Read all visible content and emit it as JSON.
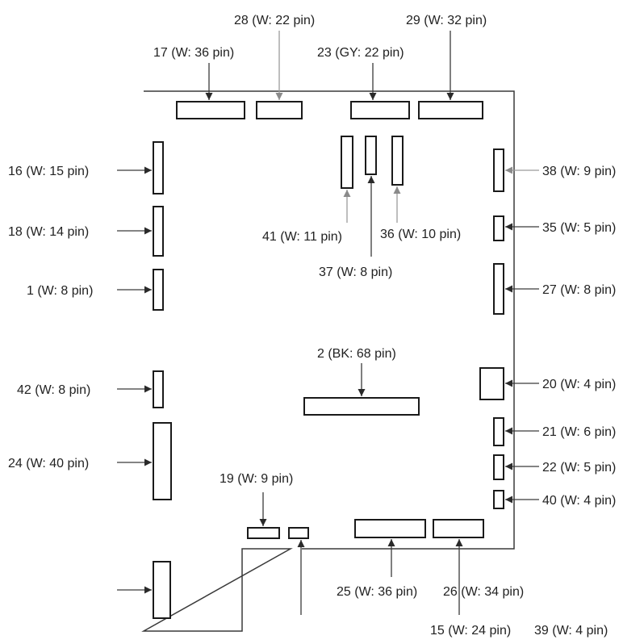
{
  "connectors": [
    {
      "id": "c17",
      "label": "17 (W: 36 pin)"
    },
    {
      "id": "c28",
      "label": "28 (W: 22 pin)"
    },
    {
      "id": "c23",
      "label": "23 (GY: 22 pin)"
    },
    {
      "id": "c29",
      "label": "29 (W: 32 pin)"
    },
    {
      "id": "c16",
      "label": "16 (W: 15 pin)"
    },
    {
      "id": "c18",
      "label": "18 (W: 14 pin)"
    },
    {
      "id": "c1",
      "label": "1 (W: 8 pin)"
    },
    {
      "id": "c42",
      "label": "42 (W: 8 pin)"
    },
    {
      "id": "c24",
      "label": "24 (W: 40 pin)"
    },
    {
      "id": "c41",
      "label": "41 (W: 11 pin)"
    },
    {
      "id": "c36",
      "label": "36 (W: 10 pin)"
    },
    {
      "id": "c37",
      "label": "37 (W: 8 pin)"
    },
    {
      "id": "c38",
      "label": "38 (W: 9 pin)"
    },
    {
      "id": "c35",
      "label": "35 (W: 5 pin)"
    },
    {
      "id": "c27",
      "label": "27 (W: 8 pin)"
    },
    {
      "id": "c2",
      "label": "2 (BK: 68 pin)"
    },
    {
      "id": "c20",
      "label": "20 (W: 4 pin)"
    },
    {
      "id": "c21",
      "label": "21 (W: 6 pin)"
    },
    {
      "id": "c22",
      "label": "22 (W: 5 pin)"
    },
    {
      "id": "c40",
      "label": "40 (W: 4 pin)"
    },
    {
      "id": "c19",
      "label": "19 (W: 9 pin)"
    },
    {
      "id": "c25",
      "label": "25 (W: 36 pin)"
    },
    {
      "id": "c26",
      "label": "26 (W: 34 pin)"
    },
    {
      "id": "c15",
      "label": "15 (W: 24 pin)"
    },
    {
      "id": "c39",
      "label": "39 (W: 4 pin)"
    }
  ]
}
